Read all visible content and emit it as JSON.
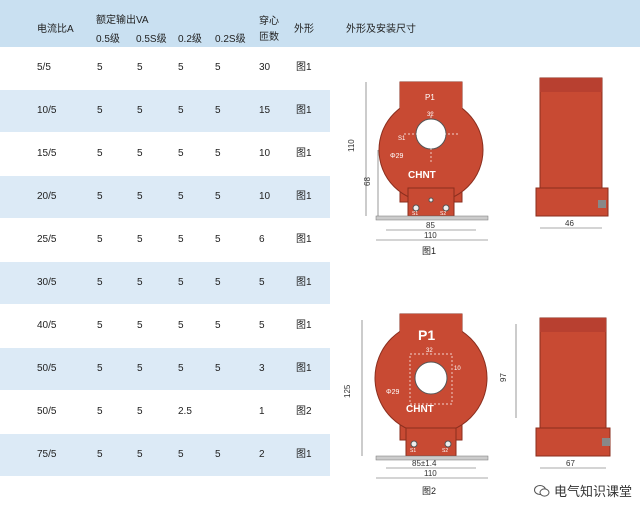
{
  "header": {
    "ratio": "电流比A",
    "rated_output": "额定输出VA",
    "classes": [
      "0.5级",
      "0.5S级",
      "0.2级",
      "0.2S级"
    ],
    "turns_l1": "穿心",
    "turns_l2": "匝数",
    "shape": "外形",
    "dims": "外形及安装尺寸"
  },
  "rows": [
    {
      "ratio": "5/5",
      "c1": "5",
      "c2": "5",
      "c3": "5",
      "c4": "5",
      "turns": "30",
      "fig": "图1"
    },
    {
      "ratio": "10/5",
      "c1": "5",
      "c2": "5",
      "c3": "5",
      "c4": "5",
      "turns": "15",
      "fig": "图1"
    },
    {
      "ratio": "15/5",
      "c1": "5",
      "c2": "5",
      "c3": "5",
      "c4": "5",
      "turns": "10",
      "fig": "图1"
    },
    {
      "ratio": "20/5",
      "c1": "5",
      "c2": "5",
      "c3": "5",
      "c4": "5",
      "turns": "10",
      "fig": "图1"
    },
    {
      "ratio": "25/5",
      "c1": "5",
      "c2": "5",
      "c3": "5",
      "c4": "5",
      "turns": "6",
      "fig": "图1"
    },
    {
      "ratio": "30/5",
      "c1": "5",
      "c2": "5",
      "c3": "5",
      "c4": "5",
      "turns": "5",
      "fig": "图1"
    },
    {
      "ratio": "40/5",
      "c1": "5",
      "c2": "5",
      "c3": "5",
      "c4": "5",
      "turns": "5",
      "fig": "图1"
    },
    {
      "ratio": "50/5",
      "c1": "5",
      "c2": "5",
      "c3": "5",
      "c4": "5",
      "turns": "3",
      "fig": "图1"
    },
    {
      "ratio": "50/5",
      "c1": "5",
      "c2": "5",
      "c3": "2.5",
      "c4": "",
      "turns": "1",
      "fig": "图2"
    },
    {
      "ratio": "75/5",
      "c1": "5",
      "c2": "5",
      "c3": "5",
      "c4": "5",
      "turns": "2",
      "fig": "图1"
    }
  ],
  "fig1": {
    "caption": "图1",
    "brand": "CHNT",
    "p1": "P1",
    "s1": "S1",
    "s2": "S2",
    "dia": "Φ29",
    "d32": "32",
    "h110": "110",
    "h68": "68",
    "w85": "85",
    "w110": "110",
    "w46": "46"
  },
  "fig2": {
    "caption": "图2",
    "brand": "CHNT",
    "p1": "P1",
    "s1": "S1",
    "s2": "S2",
    "dia": "Φ29",
    "d32": "32",
    "d10": "10",
    "h125": "125",
    "w85": "85±1.4",
    "w110": "110",
    "h97": "97",
    "w67": "67"
  },
  "watermark": {
    "text": "电气知识课堂",
    "icon": "wechat-icon"
  },
  "colors": {
    "header_bg": "#c9e0f1",
    "row_alt": "#dceaf6",
    "body_red": "#c84a33"
  }
}
